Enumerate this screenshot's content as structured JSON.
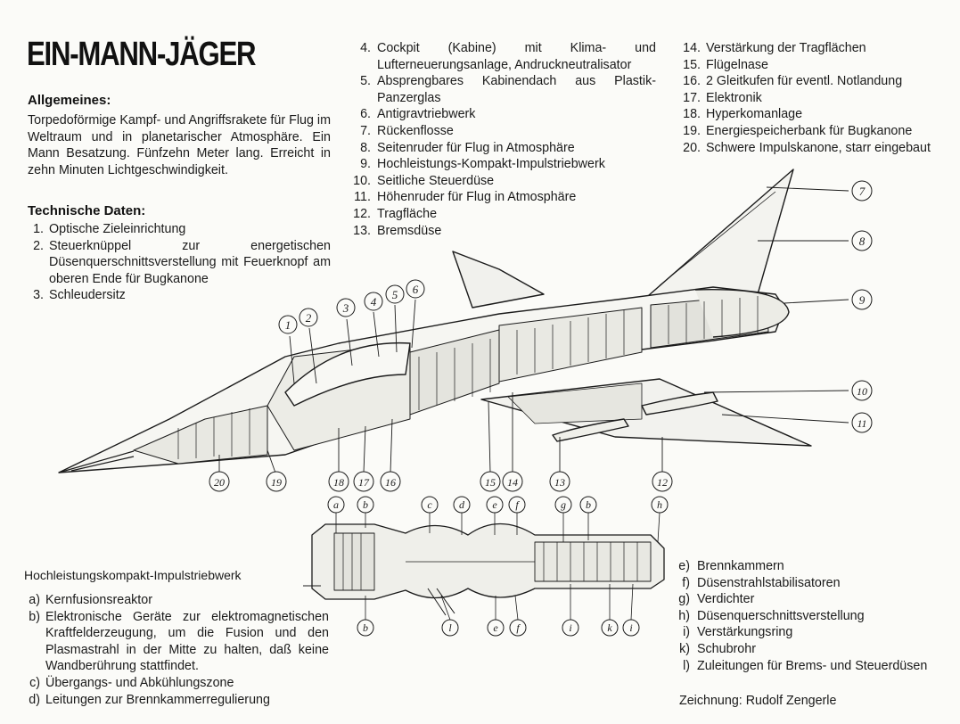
{
  "title": "EIN-MANN-JÄGER",
  "general": {
    "heading": "Allgemeines:",
    "text": "Torpedoförmige Kampf- und Angriffsrakete für Flug im Weltraum und in planetarischer Atmosphäre. Ein Mann Besatzung. Fünfzehn Meter lang. Erreicht in zehn Minuten Lichtgeschwindigkeit."
  },
  "technical": {
    "heading": "Technische Daten:",
    "items": [
      {
        "num": "1.",
        "text": "Optische Zieleinrichtung"
      },
      {
        "num": "2.",
        "text": "Steuerknüppel zur energetischen Düsenquerschnittsverstellung mit Feuerknopf am oberen Ende für Bugkanone"
      },
      {
        "num": "3.",
        "text": "Schleudersitz"
      },
      {
        "num": "4.",
        "text": "Cockpit (Kabine) mit Klima- und Lufterneuerungsanlage, Andruckneutralisator"
      },
      {
        "num": "5.",
        "text": "Absprengbares Kabinendach aus Plastik-Panzerglas"
      },
      {
        "num": "6.",
        "text": "Antigravtriebwerk"
      },
      {
        "num": "7.",
        "text": "Rückenflosse"
      },
      {
        "num": "8.",
        "text": "Seitenruder für Flug in Atmosphäre"
      },
      {
        "num": "9.",
        "text": "Hochleistungs-Kompakt-Impulstriebwerk"
      },
      {
        "num": "10.",
        "text": "Seitliche Steuerdüse"
      },
      {
        "num": "11.",
        "text": "Höhenruder für Flug in Atmosphäre"
      },
      {
        "num": "12.",
        "text": "Tragfläche"
      },
      {
        "num": "13.",
        "text": "Bremsdüse"
      },
      {
        "num": "14.",
        "text": "Verstärkung der Tragflächen"
      },
      {
        "num": "15.",
        "text": "Flügelnase"
      },
      {
        "num": "16.",
        "text": "2 Gleitkufen für eventl. Notlandung"
      },
      {
        "num": "17.",
        "text": "Elektronik"
      },
      {
        "num": "18.",
        "text": "Hyperkomanlage"
      },
      {
        "num": "19.",
        "text": "Energiespeicherbank für Bugkanone"
      },
      {
        "num": "20.",
        "text": "Schwere Impulskanone, starr eingebaut"
      }
    ]
  },
  "engine": {
    "heading": "Hochleistungskompakt-Impulstriebwerk",
    "items": [
      {
        "num": "a)",
        "text": "Kernfusionsreaktor"
      },
      {
        "num": "b)",
        "text": "Elektronische Geräte zur elektromagnetischen Kraftfelderzeugung, um die Fusion und den Plasmastrahl in der Mitte zu halten, daß keine Wandberührung stattfindet."
      },
      {
        "num": "c)",
        "text": "Übergangs- und Abkühlungszone"
      },
      {
        "num": "d)",
        "text": "Leitungen zur Brennkammerregulierung"
      },
      {
        "num": "e)",
        "text": "Brennkammern"
      },
      {
        "num": "f)",
        "text": "Düsenstrahlstabilisatoren"
      },
      {
        "num": "g)",
        "text": "Verdichter"
      },
      {
        "num": "h)",
        "text": "Düsenquerschnittsverstellung"
      },
      {
        "num": "i)",
        "text": "Verstärkungsring"
      },
      {
        "num": "k)",
        "text": "Schubrohr"
      },
      {
        "num": "l)",
        "text": "Zuleitungen für Brems- und Steuerdüsen"
      }
    ]
  },
  "callouts": {
    "numbers": [
      "1",
      "2",
      "3",
      "4",
      "5",
      "6",
      "7",
      "8",
      "9",
      "10",
      "11",
      "12",
      "13",
      "14",
      "15",
      "16",
      "17",
      "18",
      "19",
      "20"
    ],
    "letters": [
      "a",
      "b",
      "c",
      "d",
      "e",
      "f",
      "g",
      "b",
      "h",
      "b",
      "l",
      "e",
      "f",
      "i",
      "k",
      "i"
    ]
  },
  "credit": "Zeichnung: Rudolf Zengerle"
}
